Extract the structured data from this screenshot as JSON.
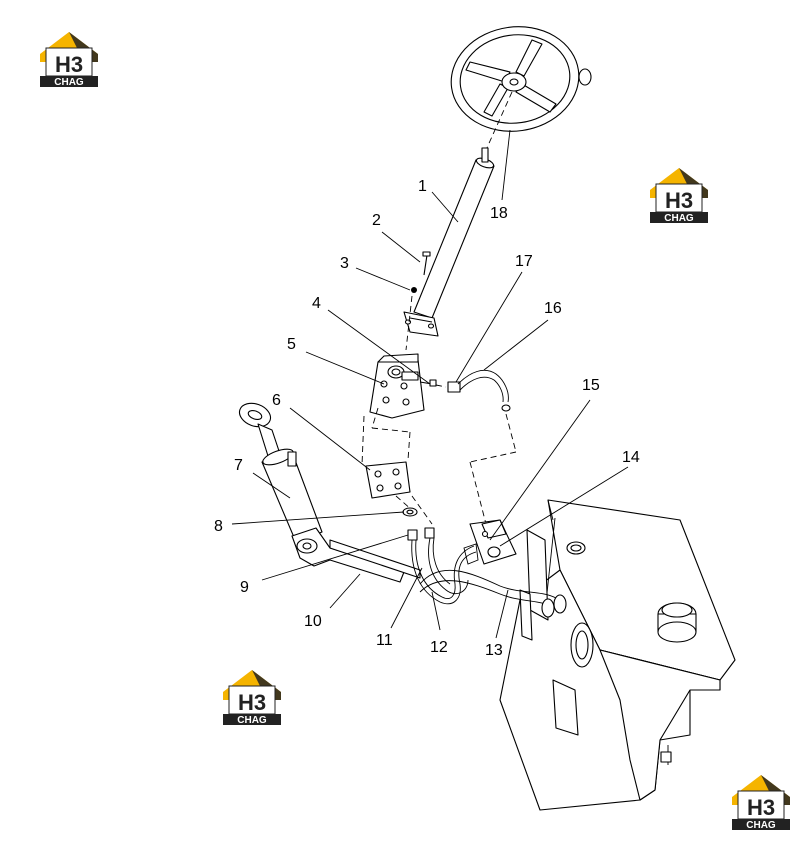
{
  "callouts": [
    {
      "id": "1",
      "label": "1"
    },
    {
      "id": "2",
      "label": "2"
    },
    {
      "id": "3",
      "label": "3"
    },
    {
      "id": "4",
      "label": "4"
    },
    {
      "id": "5",
      "label": "5"
    },
    {
      "id": "6",
      "label": "6"
    },
    {
      "id": "7",
      "label": "7"
    },
    {
      "id": "8",
      "label": "8"
    },
    {
      "id": "9",
      "label": "9"
    },
    {
      "id": "10",
      "label": "10"
    },
    {
      "id": "11",
      "label": "11"
    },
    {
      "id": "12",
      "label": "12"
    },
    {
      "id": "13",
      "label": "13"
    },
    {
      "id": "14",
      "label": "14"
    },
    {
      "id": "15",
      "label": "15"
    },
    {
      "id": "16",
      "label": "16"
    },
    {
      "id": "17",
      "label": "17"
    },
    {
      "id": "18",
      "label": "18"
    }
  ],
  "watermark": {
    "mark": "H3",
    "word": "CHAG",
    "colors": {
      "roof": "#f5b400",
      "dark": "#222222",
      "text_light": "#ffffff"
    }
  }
}
